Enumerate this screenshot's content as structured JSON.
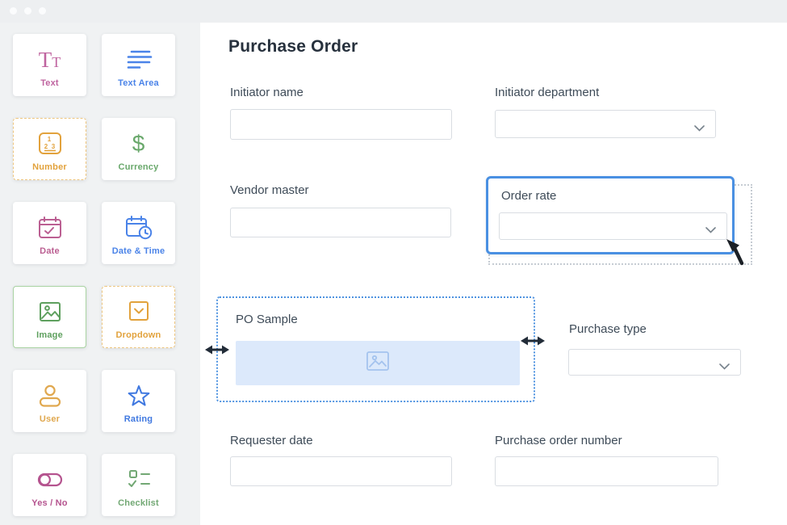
{
  "window": {
    "controls": [
      "dot",
      "dot",
      "dot"
    ]
  },
  "palette": {
    "items": [
      {
        "label": "Text",
        "icon": "text-icon",
        "color": "#bf639f",
        "highlight": "none"
      },
      {
        "label": "Text Area",
        "icon": "text-area-icon",
        "color": "#4a83e8",
        "highlight": "none"
      },
      {
        "label": "Number",
        "icon": "number-icon",
        "color": "#e2a23c",
        "highlight": "dashed"
      },
      {
        "label": "Currency",
        "icon": "currency-icon",
        "color": "#69a86b",
        "highlight": "none"
      },
      {
        "label": "Date",
        "icon": "date-icon",
        "color": "#bb5f92",
        "highlight": "none"
      },
      {
        "label": "Date & Time",
        "icon": "datetime-icon",
        "color": "#4a83e8",
        "highlight": "none"
      },
      {
        "label": "Image",
        "icon": "image-icon",
        "color": "#5ea05e",
        "highlight": "solid"
      },
      {
        "label": "Dropdown",
        "icon": "dropdown-icon",
        "color": "#e2a23c",
        "highlight": "dashed"
      },
      {
        "label": "User",
        "icon": "user-icon",
        "color": "#e0a84f",
        "highlight": "none"
      },
      {
        "label": "Rating",
        "icon": "rating-icon",
        "color": "#3f78e0",
        "highlight": "none"
      },
      {
        "label": "Yes / No",
        "icon": "toggle-icon",
        "color": "#b5548f",
        "highlight": "none"
      },
      {
        "label": "Checklist",
        "icon": "checklist-icon",
        "color": "#72a874",
        "highlight": "none"
      }
    ]
  },
  "form": {
    "title": "Purchase Order",
    "fields": {
      "initiator_name": {
        "label": "Initiator name",
        "type": "text",
        "value": ""
      },
      "initiator_department": {
        "label": "Initiator department",
        "type": "dropdown",
        "value": ""
      },
      "vendor_master": {
        "label": "Vendor master",
        "type": "text",
        "value": ""
      },
      "order_rate": {
        "label": "Order rate",
        "type": "dropdown",
        "value": "",
        "state": "selected"
      },
      "po_sample": {
        "label": "PO Sample",
        "type": "image",
        "state": "resizing"
      },
      "purchase_type": {
        "label": "Purchase type",
        "type": "dropdown",
        "value": ""
      },
      "requester_date": {
        "label": "Requester date",
        "type": "text",
        "value": ""
      },
      "purchase_order_number": {
        "label": "Purchase order number",
        "type": "text",
        "value": ""
      }
    }
  },
  "colors": {
    "selection_blue": "#4a90e2",
    "image_placeholder_fill": "#dce9fb",
    "drop_placeholder_gray": "#c6ccd3",
    "palette_bg": "#f0f2f3",
    "topbar_bg": "#edeff1"
  }
}
